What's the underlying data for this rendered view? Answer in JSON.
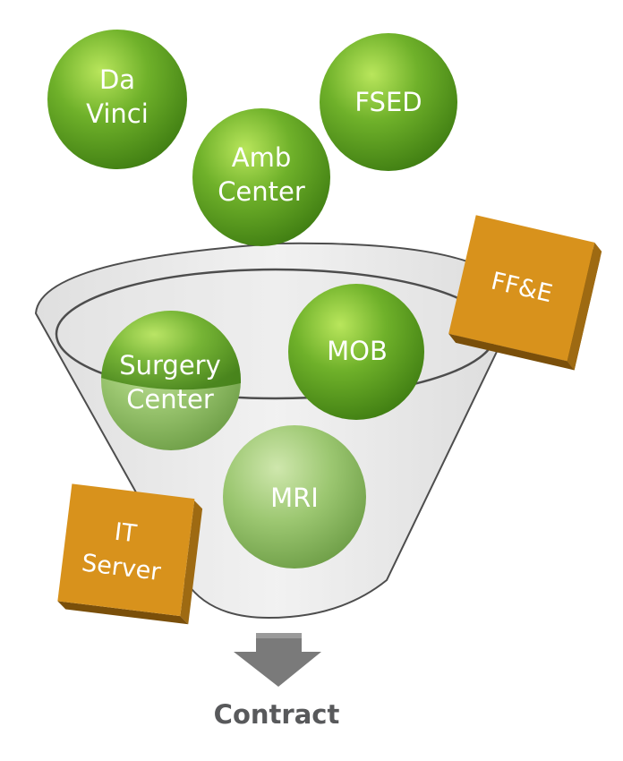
{
  "colors": {
    "ball": "#5e9f1f",
    "ball_highlight": "#b5e35a",
    "box_face": "#d8921c",
    "box_side": "#8a5a0c",
    "funnel_fill": "#e3e3e3",
    "funnel_stroke": "#4d4d4d",
    "arrow": "#7a7a7a",
    "label_text": "#58595b"
  },
  "balls": {
    "davinci": {
      "line1": "Da",
      "line2": "Vinci",
      "icon": "sphere"
    },
    "fsed": {
      "line1": "FSED",
      "line2": "",
      "icon": "sphere"
    },
    "amb": {
      "line1": "Amb",
      "line2": "Center",
      "icon": "sphere"
    },
    "mob": {
      "line1": "MOB",
      "line2": "",
      "icon": "sphere"
    },
    "surgery": {
      "line1": "Surgery",
      "line2": "Center",
      "icon": "sphere"
    },
    "mri": {
      "line1": "MRI",
      "line2": "",
      "icon": "sphere"
    }
  },
  "boxes": {
    "ffe": {
      "line1": "FF&E",
      "line2": "",
      "icon": "box"
    },
    "itserver": {
      "line1": "IT",
      "line2": "Server",
      "icon": "box"
    }
  },
  "funnel": {
    "icon": "funnel"
  },
  "output": {
    "label": "Contract",
    "icon": "down-arrow"
  }
}
